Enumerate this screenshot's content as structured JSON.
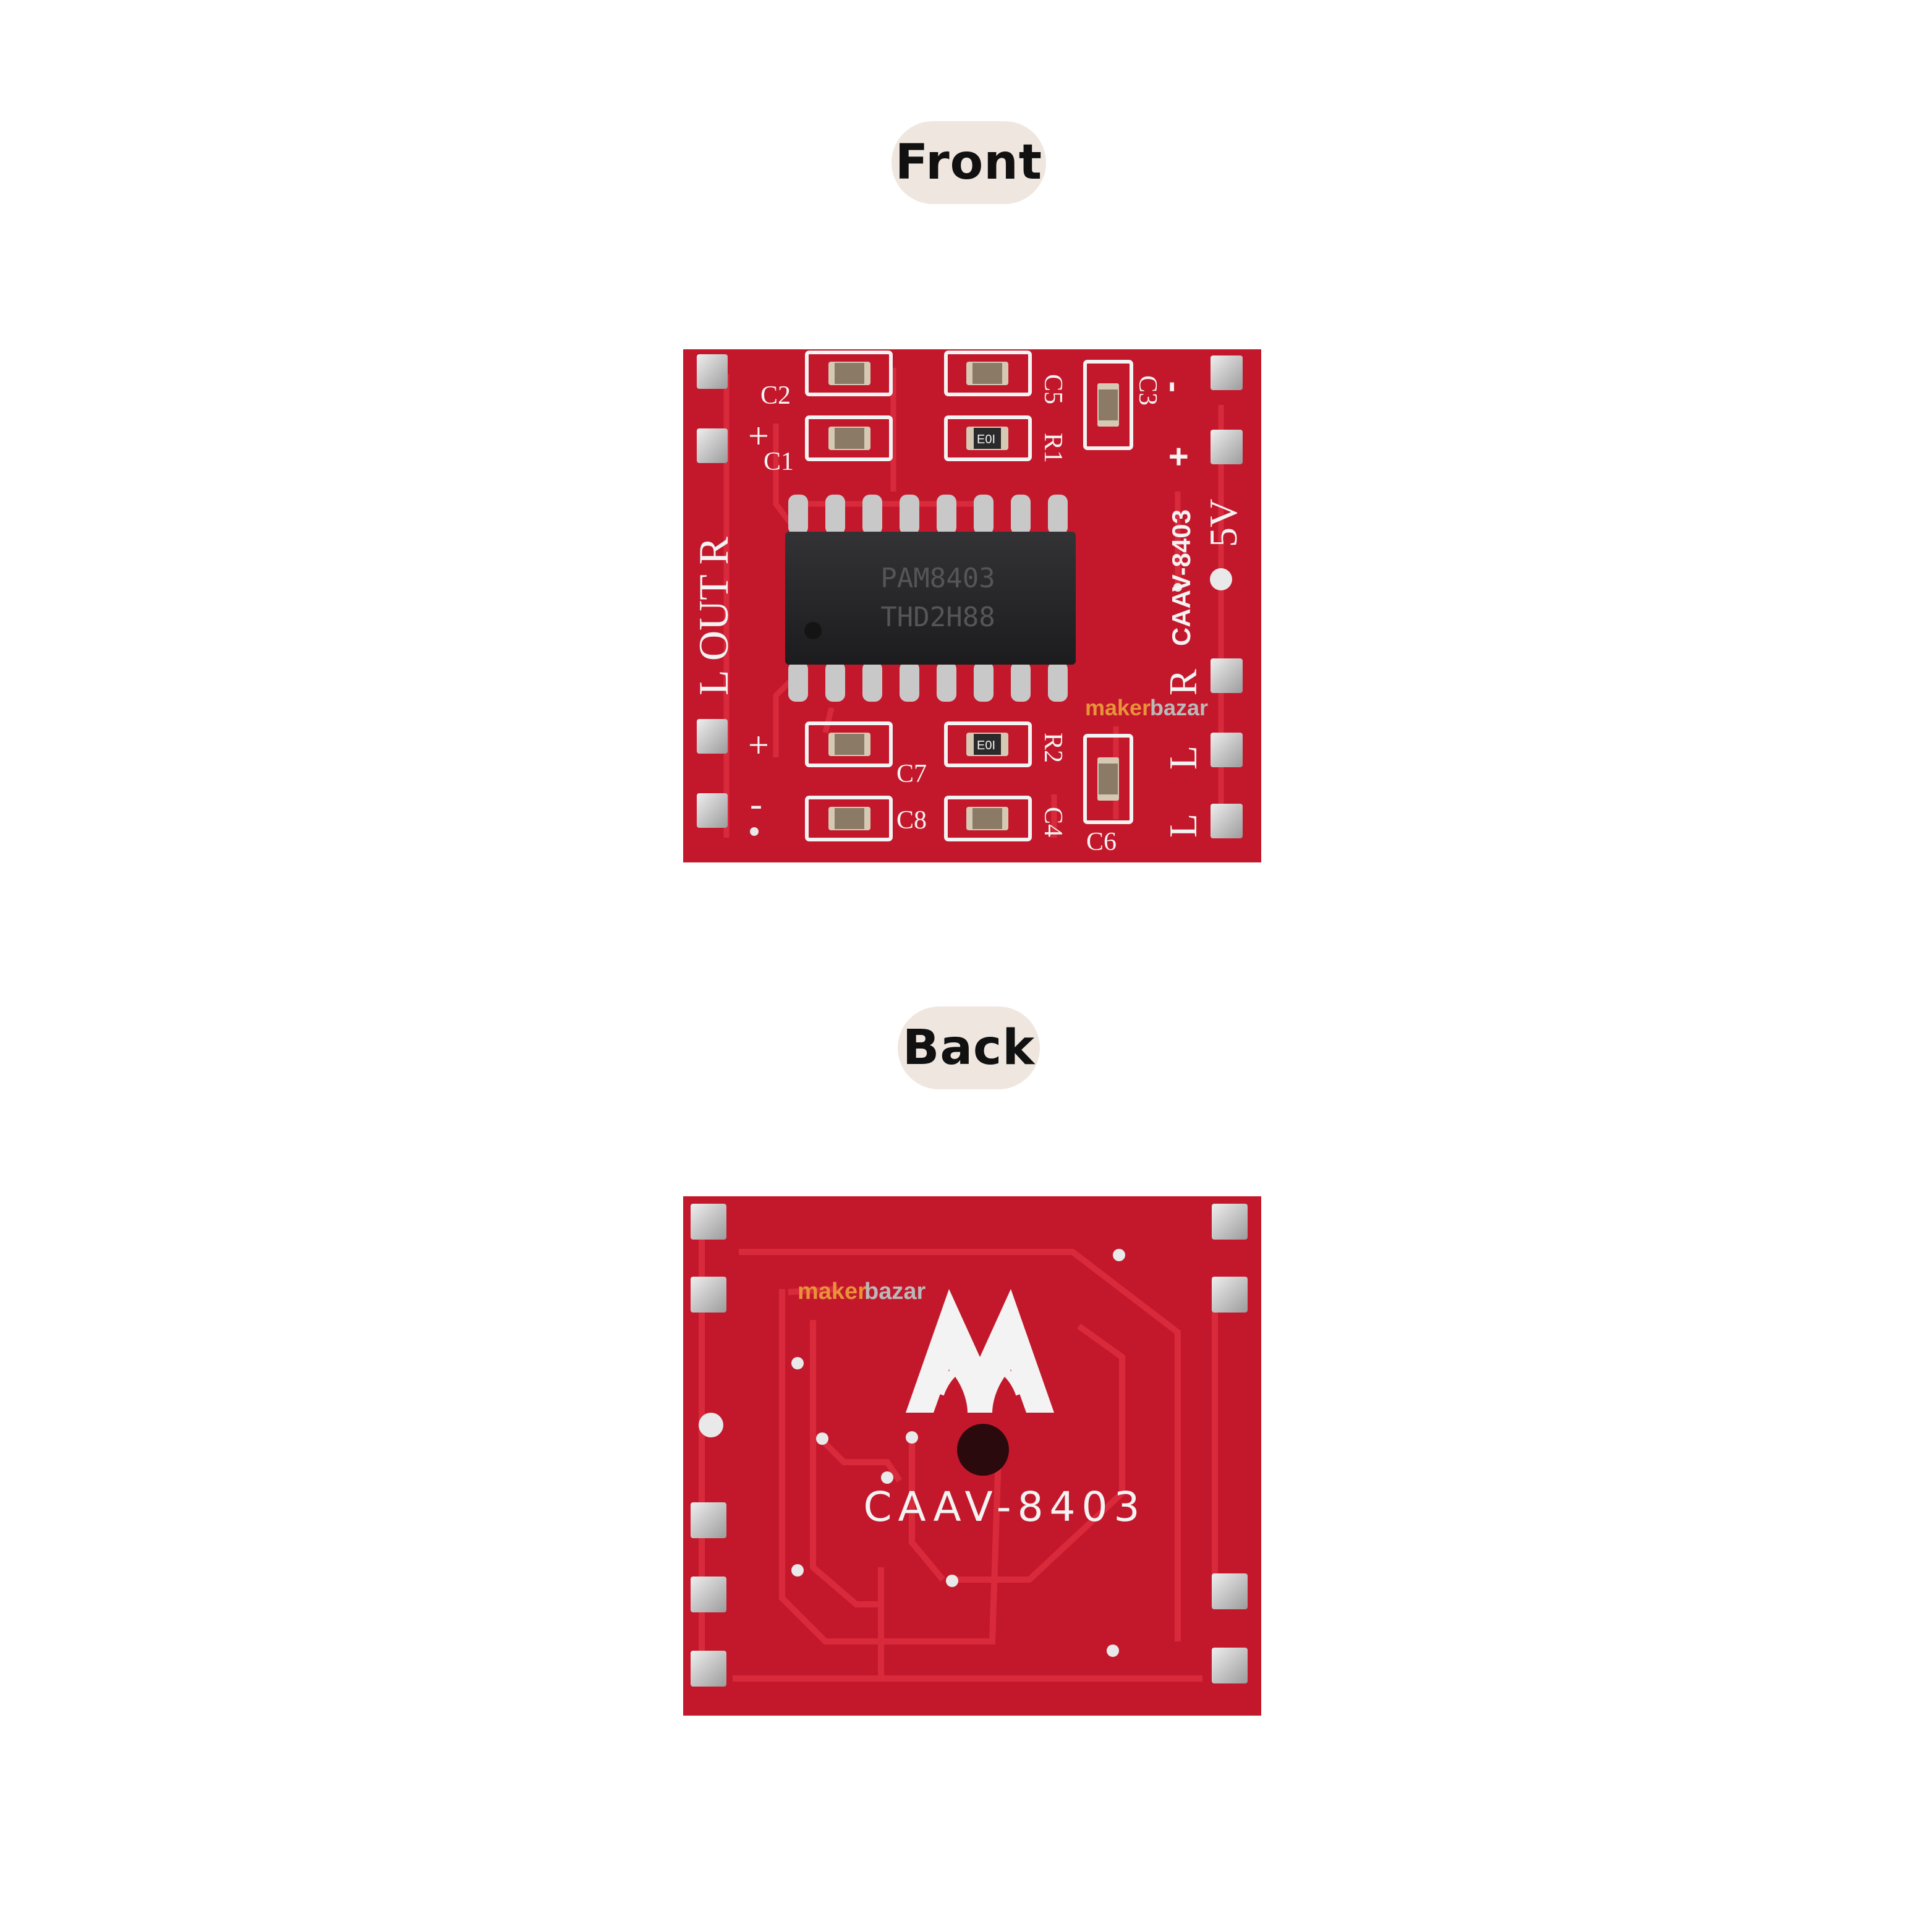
{
  "labels": {
    "front": "Front",
    "back": "Back"
  },
  "front_board": {
    "chip_line1": "PAM8403",
    "chip_line2": "THD2H88",
    "model": "CAAV-8403",
    "power": "5V",
    "out_label": "L OUT R",
    "right_label": "R",
    "left_label_1": "L",
    "left_label_2": "L",
    "plus": "+",
    "minus": "-",
    "components": {
      "c1": "C1",
      "c2": "C2",
      "c3": "C3",
      "c4": "C4",
      "c5": "C5",
      "c6": "C6",
      "c7": "C7",
      "c8": "C8",
      "r1": "R1",
      "r2": "R2",
      "resistor_code": "E0I"
    },
    "watermark_colored": "maker",
    "watermark_plain": "bazar"
  },
  "back_board": {
    "model": "CAAV-8403",
    "watermark_colored": "maker",
    "watermark_plain": "bazar"
  },
  "colors": {
    "pill_bg": "#efe6df",
    "pcb_red": "#c3182b",
    "pcb_trace": "#d8283a",
    "silkscreen": "#f3f3f3",
    "pad_silver": "#c9c9c9",
    "chip_black": "#262628"
  }
}
